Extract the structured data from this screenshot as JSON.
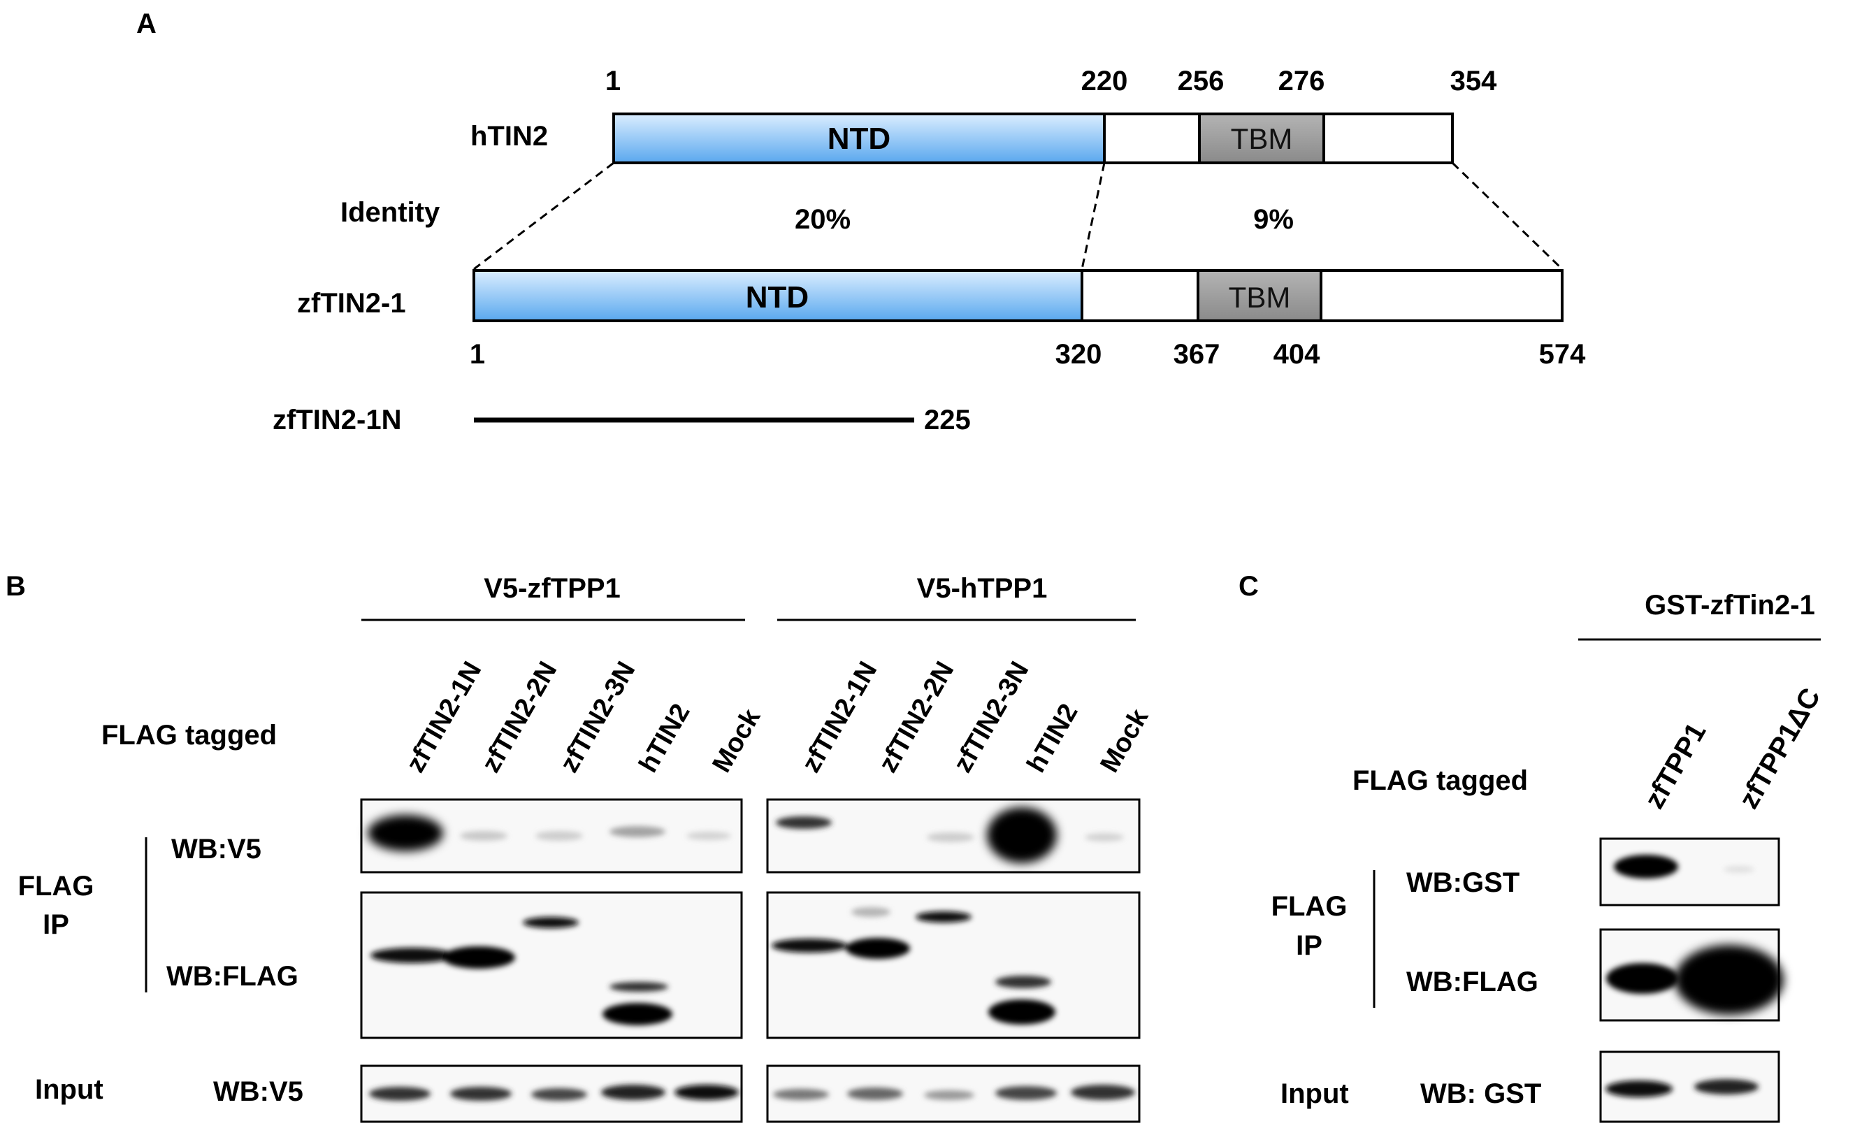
{
  "panels": {
    "a": {
      "letter": "A",
      "htin2": {
        "name": "hTIN2",
        "ntd_label": "NTD",
        "tbm_label": "TBM",
        "positions": [
          "1",
          "220",
          "256",
          "276",
          "354"
        ]
      },
      "identity": {
        "label": "Identity",
        "ntd": "20%",
        "cterm": "9%"
      },
      "zftin2_1": {
        "name": "zfTIN2-1",
        "ntd_label": "NTD",
        "tbm_label": "TBM",
        "positions": [
          "1",
          "320",
          "367",
          "404",
          "574"
        ]
      },
      "zftin2_1n": {
        "name": "zfTIN2-1N",
        "end": "225"
      }
    },
    "b": {
      "letter": "B",
      "groups": [
        "V5-zfTPP1",
        "V5-hTPP1"
      ],
      "row_label": "FLAG tagged",
      "lanes": [
        "zfTIN2-1N",
        "zfTIN2-2N",
        "zfTIN2-3N",
        "hTIN2",
        "Mock"
      ],
      "ip_label": [
        "FLAG",
        "IP"
      ],
      "wb_v5": "WB:V5",
      "wb_flag": "WB:FLAG",
      "input_label": "Input",
      "input_wb": "WB:V5"
    },
    "c": {
      "letter": "C",
      "group": "GST-zfTin2-1",
      "row_label": "FLAG tagged",
      "lanes": [
        "zfTPP1",
        "zfTPP1ΔC"
      ],
      "ip_label": [
        "FLAG",
        "IP"
      ],
      "wb_gst": "WB:GST",
      "wb_flag": "WB:FLAG",
      "input_label": "Input",
      "input_wb": "WB: GST"
    }
  }
}
